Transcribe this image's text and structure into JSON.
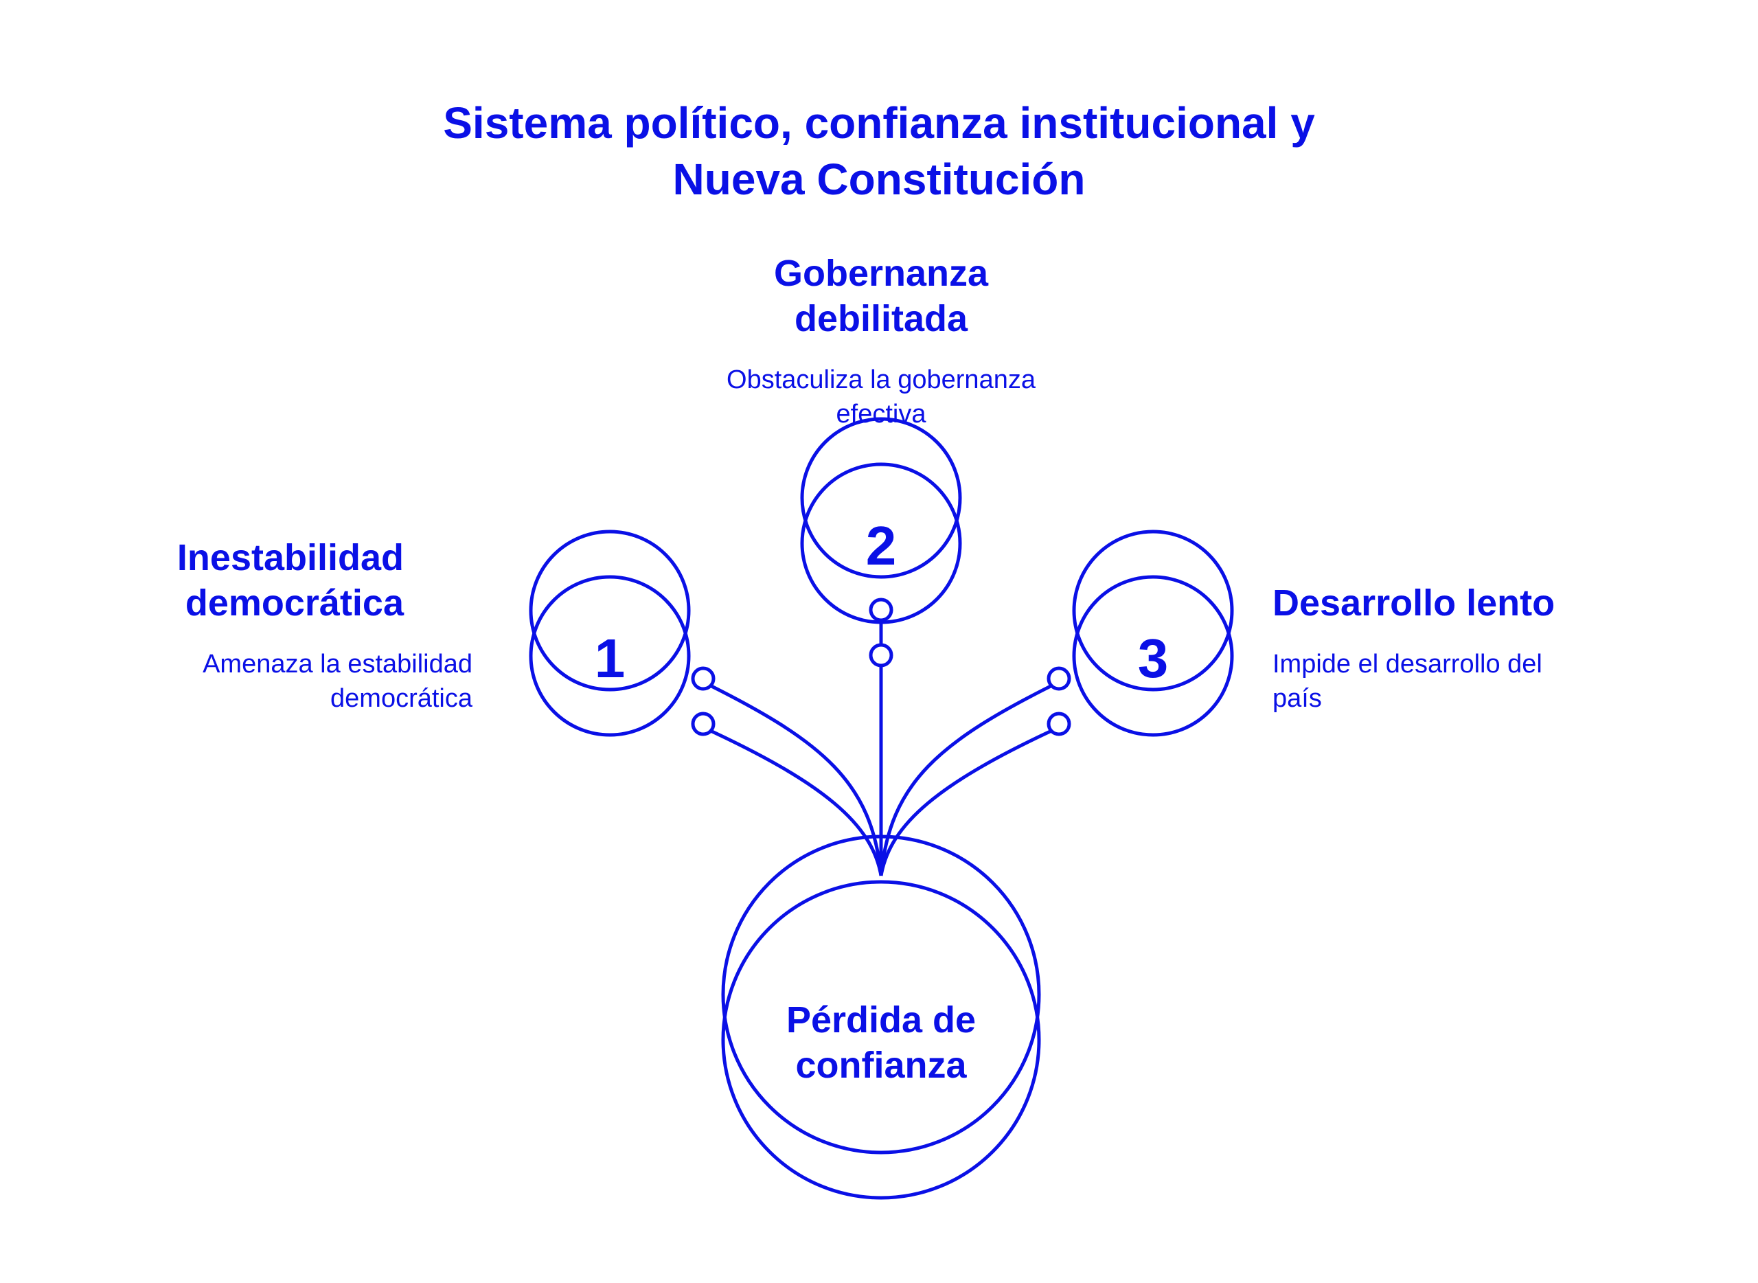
{
  "title": {
    "line1": "Sistema político, confianza institucional y",
    "line2": "Nueva Constitución"
  },
  "center": {
    "line1": "Pérdida de",
    "line2": "confianza"
  },
  "items": [
    {
      "number": "1",
      "heading_line1": "Inestabilidad",
      "heading_line2": "democrática",
      "desc_line1": "Amenaza la estabilidad",
      "desc_line2": "democrática"
    },
    {
      "number": "2",
      "heading_line1": "Gobernanza",
      "heading_line2": "debilitada",
      "desc_line1": "Obstaculiza la gobernanza",
      "desc_line2": "efectiva"
    },
    {
      "number": "3",
      "heading_line1": "Desarrollo lento",
      "heading_line2": "",
      "desc_line1": "Impide el desarrollo del",
      "desc_line2": "país"
    }
  ],
  "colors": {
    "accent": "#0a10e6",
    "background": "#ffffff"
  }
}
